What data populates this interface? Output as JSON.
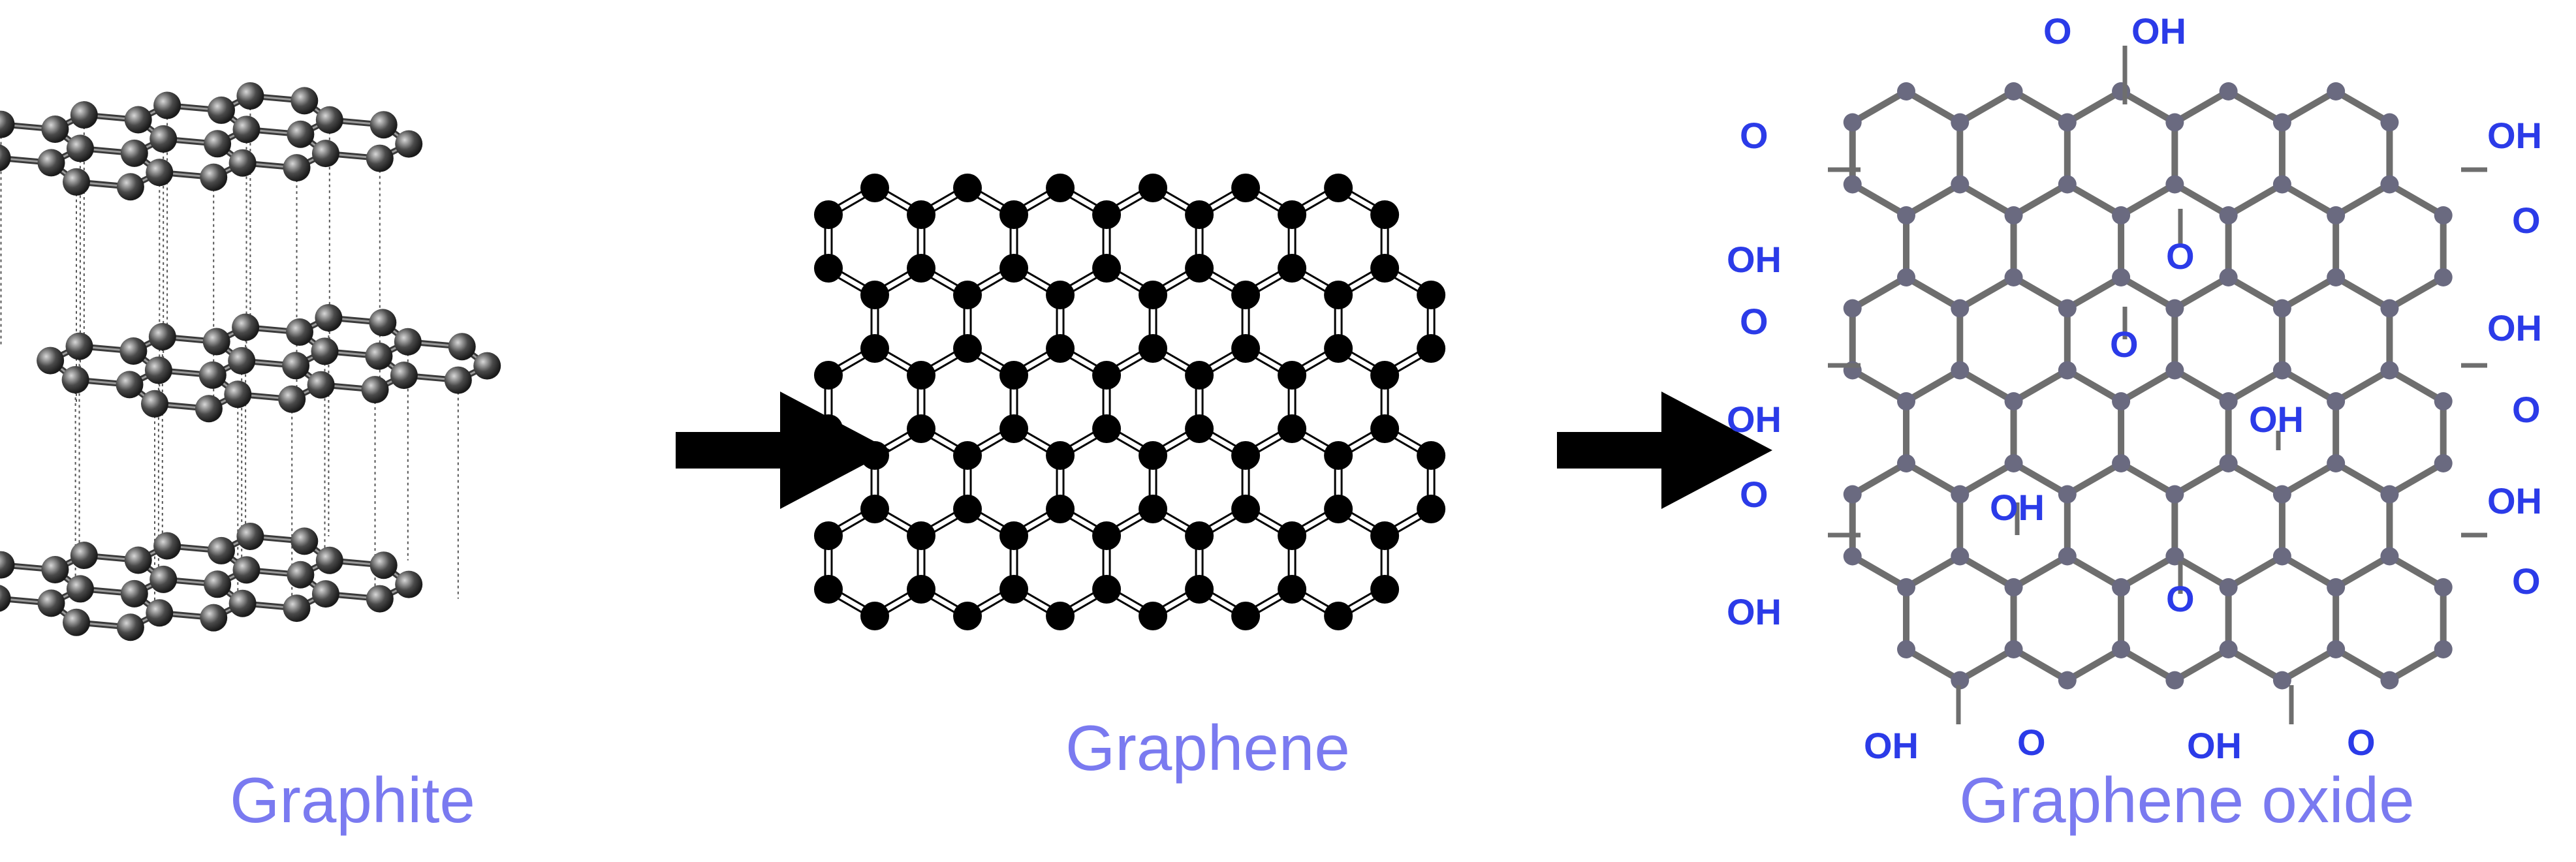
{
  "labels": {
    "graphite": "Graphite",
    "graphene": "Graphene",
    "graphene_oxide": "Graphene oxide"
  },
  "groups": {
    "carboxyl_oxo": "O",
    "carboxyl_hydroxyl": "OH",
    "epoxy": "O",
    "hydroxyl": "OH"
  },
  "colors": {
    "caption": "#7a7af0",
    "functional_group": "#2b3be8",
    "graphite_atom": "#4a4a4a",
    "graphene_atom": "#000000",
    "oxide_atom": "#6a6a80",
    "oxide_bond": "#6e6e6e",
    "arrow": "#000000"
  },
  "process": {
    "steps": [
      "graphite",
      "graphene",
      "graphene_oxide"
    ],
    "arrow_count": 2,
    "graphite_layers": 3
  }
}
